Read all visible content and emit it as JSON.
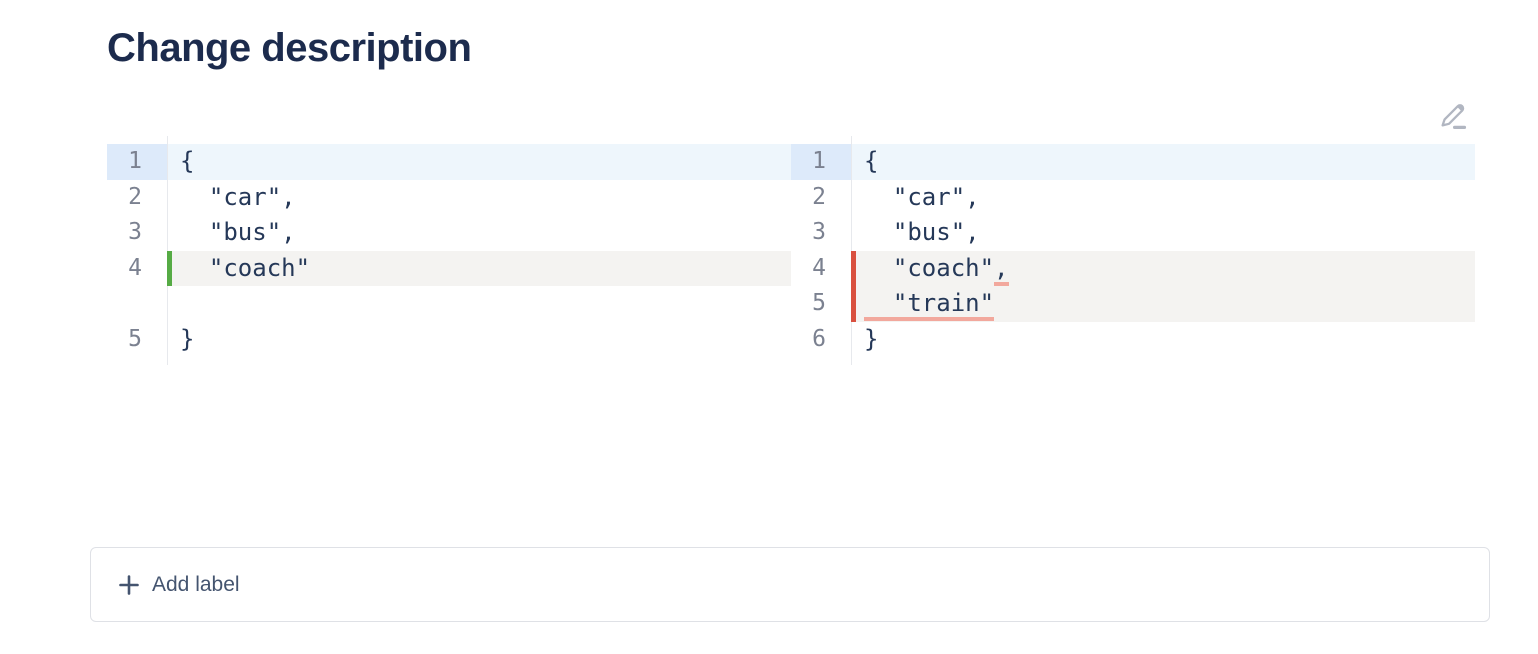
{
  "title": "Change description",
  "toolbar": {
    "edit_icon": "pencil-edit-icon"
  },
  "footer": {
    "add_label": "Add label",
    "plus_icon": "plus"
  },
  "diff": {
    "left": {
      "side": "old",
      "lines": [
        {
          "num": "1",
          "type": "info",
          "segments": [
            {
              "t": "{"
            }
          ]
        },
        {
          "num": "2",
          "type": "context",
          "segments": [
            {
              "t": "  \"car\","
            }
          ]
        },
        {
          "num": "3",
          "type": "context",
          "segments": [
            {
              "t": "  \"bus\","
            }
          ]
        },
        {
          "num": "4",
          "type": "changed",
          "segments": [
            {
              "t": "  \"coach\""
            }
          ]
        },
        {
          "num": "",
          "type": "spacer",
          "segments": []
        },
        {
          "num": "5",
          "type": "context",
          "segments": [
            {
              "t": "}"
            }
          ]
        }
      ]
    },
    "right": {
      "side": "new",
      "lines": [
        {
          "num": "1",
          "type": "info",
          "segments": [
            {
              "t": "{"
            }
          ]
        },
        {
          "num": "2",
          "type": "context",
          "segments": [
            {
              "t": "  \"car\","
            }
          ]
        },
        {
          "num": "3",
          "type": "context",
          "segments": [
            {
              "t": "  \"bus\","
            }
          ]
        },
        {
          "num": "4",
          "type": "changed",
          "segments": [
            {
              "t": "  \"coach\""
            },
            {
              "t": ",",
              "ins": true
            }
          ]
        },
        {
          "num": "5",
          "type": "changed",
          "segments": [
            {
              "t": "  \"train\"",
              "ins": true
            }
          ]
        },
        {
          "num": "6",
          "type": "context",
          "segments": [
            {
              "t": "}"
            }
          ]
        }
      ]
    }
  },
  "colors": {
    "navy": "#1c2b4d",
    "code": "#253858",
    "num": "#7b8190",
    "row_blue": "#eef6fc",
    "gutter_blue": "#ddeafa",
    "row_gray": "#f4f3f1",
    "green": "#56ab45",
    "red": "#d9503f",
    "salmon": "#f2a89d",
    "divider": "#e7e9ed",
    "bar_border": "#dfe1e6",
    "slate": "#44546f",
    "icon_gray": "#b1b6c1"
  }
}
